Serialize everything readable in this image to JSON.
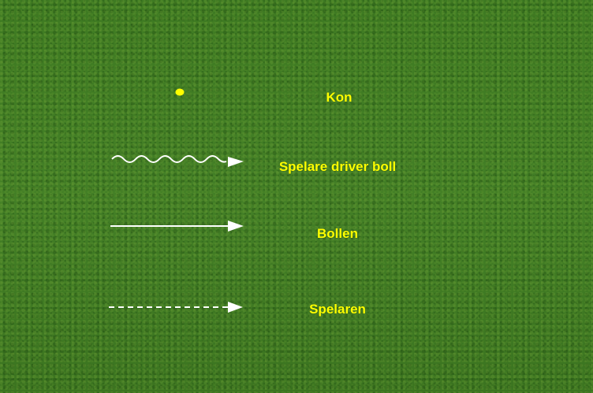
{
  "legend": {
    "items": [
      {
        "symbol": "cone",
        "label": "Kon"
      },
      {
        "symbol": "wavy-arrow",
        "label": "Spelare driver boll"
      },
      {
        "symbol": "solid-arrow",
        "label": "Bollen"
      },
      {
        "symbol": "dashed-arrow",
        "label": "Spelaren"
      }
    ]
  },
  "colors": {
    "label": "#ffff00",
    "cone": "#ffff00",
    "arrow": "#ffffff",
    "grass": "#3f7a23"
  }
}
